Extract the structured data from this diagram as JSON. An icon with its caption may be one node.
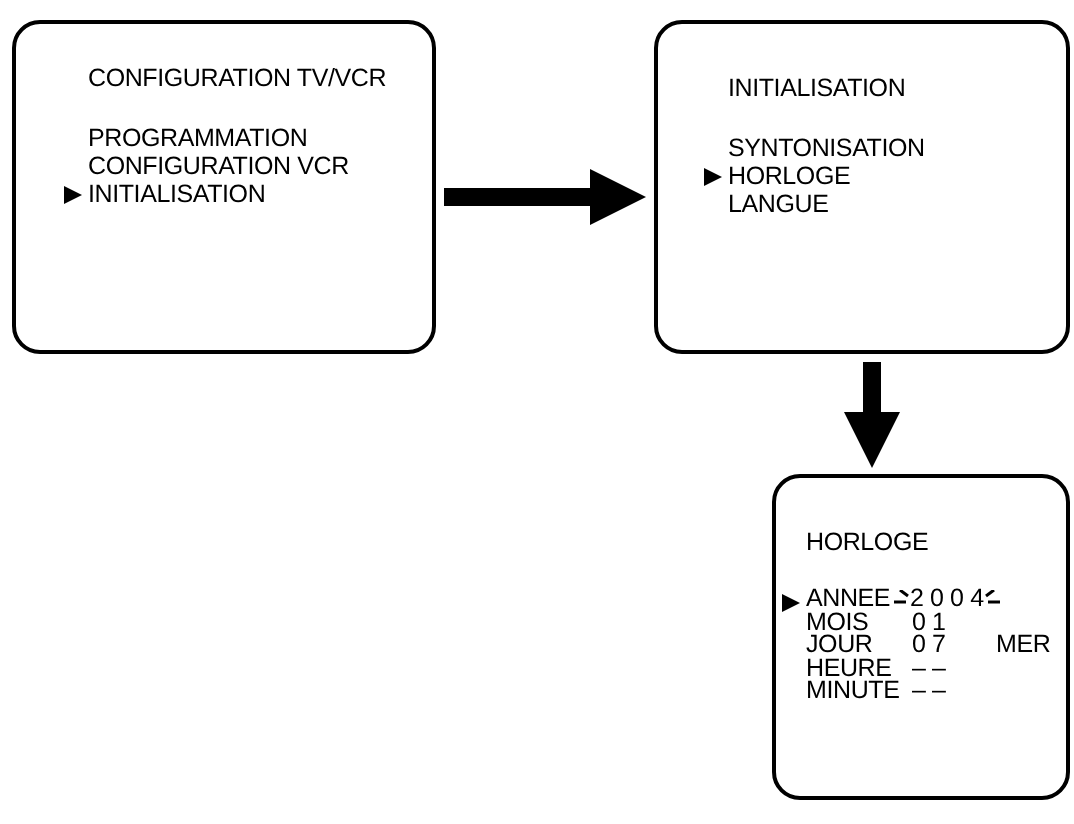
{
  "diagram": {
    "nodes": [
      {
        "text": [
          "CONFIGURATION TV/VCR",
          "PROGRAMMATION",
          "CONFIGURATION VCR",
          "INITIALISATION"
        ]
      },
      {
        "text": [
          "INITIALISATION",
          "SYNTONISATION",
          "HORLOGE",
          "LANGUE"
        ]
      },
      {
        "text": [
          "HORLOGE",
          "ANNEE",
          "2 0 0 4",
          "MOIS",
          "0 1",
          "JOUR",
          "0 7",
          "MER",
          "HEURE",
          "– –",
          "MINUTE",
          "– –"
        ]
      }
    ],
    "edges": [
      {
        "from": 0,
        "to": 1,
        "arrow": "to"
      },
      {
        "from": 1,
        "to": 2,
        "arrow": "to"
      }
    ]
  }
}
